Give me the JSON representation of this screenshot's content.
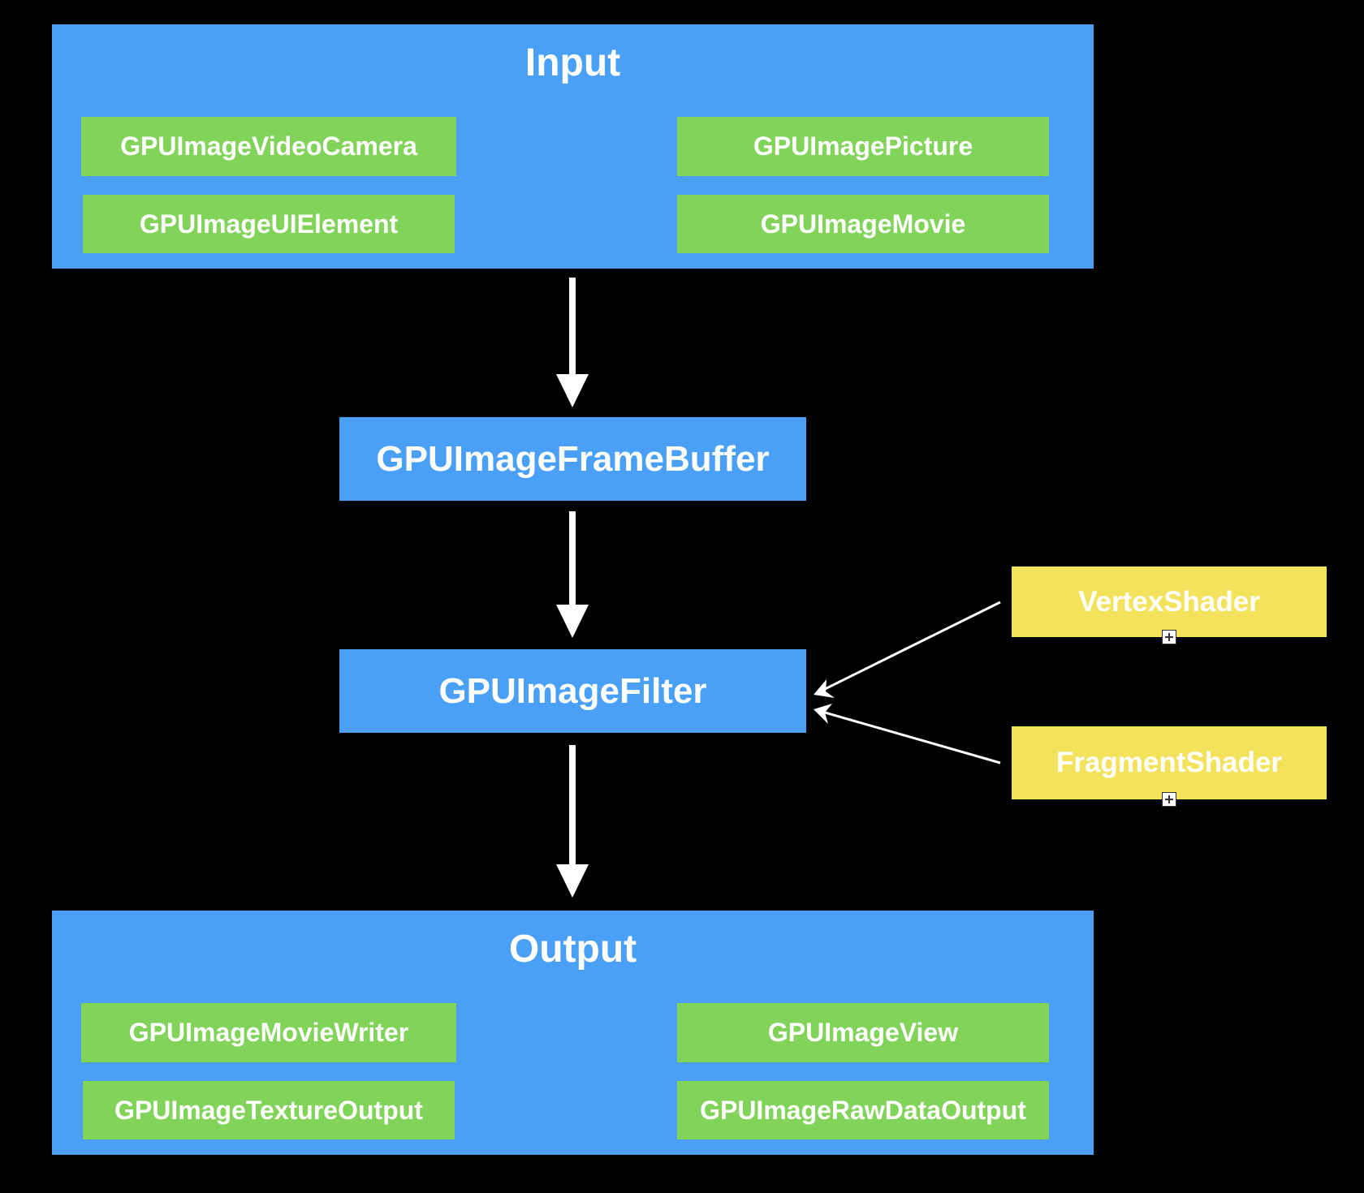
{
  "colors": {
    "background": "#000000",
    "panel": "#4aa0f6",
    "class_node": "#82d35a",
    "shader_node": "#f3e35c",
    "text": "#ffffff",
    "arrow": "#ffffff"
  },
  "input": {
    "title": "Input",
    "items": [
      "GPUImageVideoCamera",
      "GPUImagePicture",
      "GPUImageUIElement",
      "GPUImageMovie"
    ]
  },
  "framebuffer": {
    "label": "GPUImageFrameBuffer"
  },
  "filter": {
    "label": "GPUImageFilter"
  },
  "shaders": {
    "vertex": {
      "label": "VertexShader",
      "icon": "expand-plus-icon"
    },
    "fragment": {
      "label": "FragmentShader",
      "icon": "expand-plus-icon"
    }
  },
  "output": {
    "title": "Output",
    "items": [
      "GPUImageMovieWriter",
      "GPUImageView",
      "GPUImageTextureOutput",
      "GPUImageRawDataOutput"
    ]
  }
}
